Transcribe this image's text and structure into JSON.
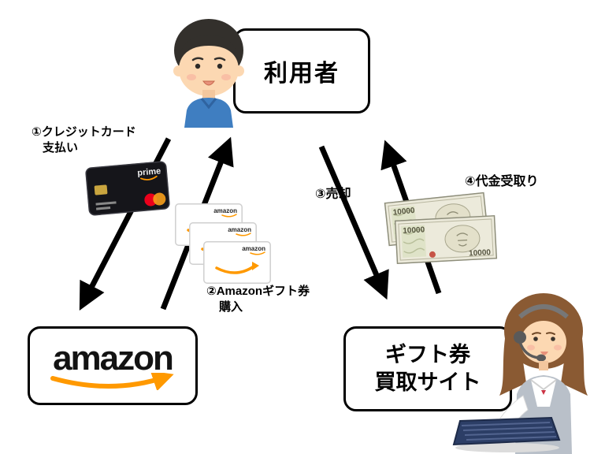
{
  "nodes": {
    "user": {
      "label": "利用者"
    },
    "amazon": {
      "logo_text": "amazon"
    },
    "gift_site": {
      "label_line1": "ギフト券",
      "label_line2": "買取サイト"
    }
  },
  "steps": {
    "step1": {
      "line1": "①クレジットカード",
      "line2": "支払い"
    },
    "step2": {
      "line1": "②Amazonギフト券",
      "line2": "購入"
    },
    "step3": {
      "label": "③売却"
    },
    "step4": {
      "label": "④代金受取り"
    }
  },
  "icons": {
    "credit_card": {
      "brand_text": "prime"
    },
    "gift_card": {
      "brand_text": "amazon"
    },
    "money": {
      "denomination": "10000"
    }
  },
  "colors": {
    "arrow": "#000000",
    "amazon_orange": "#ff9900",
    "shirt_blue": "#3f7ec1",
    "hair_brown": "#8a5a33",
    "bill_paper": "#eceadb"
  }
}
